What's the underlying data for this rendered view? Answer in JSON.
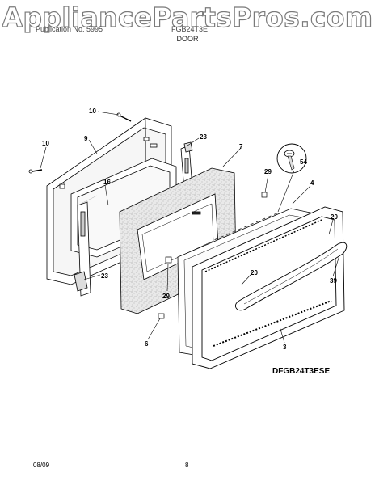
{
  "watermark": "AppliancePartsPros.com",
  "header": {
    "left_text": "Publication No. 5995",
    "model_text": "FGB24T3E",
    "section_title": "DOOR"
  },
  "callouts": {
    "c10a": "10",
    "c10b": "10",
    "c9": "9",
    "c23a": "23",
    "c7": "7",
    "c54": "54",
    "c16": "16",
    "c29a": "29",
    "c4": "4",
    "c20a": "20",
    "c23b": "23",
    "c39": "39",
    "c29b": "29",
    "c20b": "20",
    "c6": "6",
    "c3": "3"
  },
  "model_number": "DFGB24T3ESE",
  "footer": {
    "date": "08/09",
    "page": "8"
  }
}
